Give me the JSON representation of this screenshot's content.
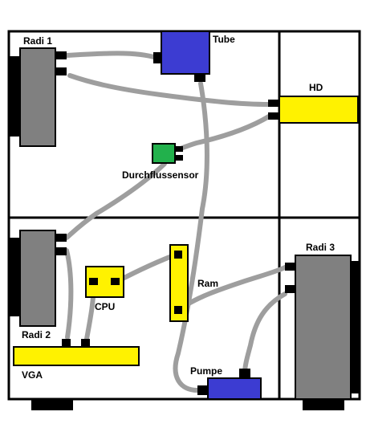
{
  "labels": {
    "radi1": "Radi 1",
    "tube": "Tube",
    "hd": "HD",
    "durchfluss": "Durchflussensor",
    "radi2": "Radi 2",
    "cpu": "CPU",
    "ram": "Ram",
    "vga": "VGA",
    "radi3": "Radi 3",
    "pumpe": "Pumpe"
  },
  "colors": {
    "radiator": "#808080",
    "fins": "#000000",
    "reservoir": "#3c3cd2",
    "hd": "#fff200",
    "sensor": "#22b14c",
    "component": "#fff200",
    "tube": "#9e9e9e",
    "walls": "#000000"
  }
}
